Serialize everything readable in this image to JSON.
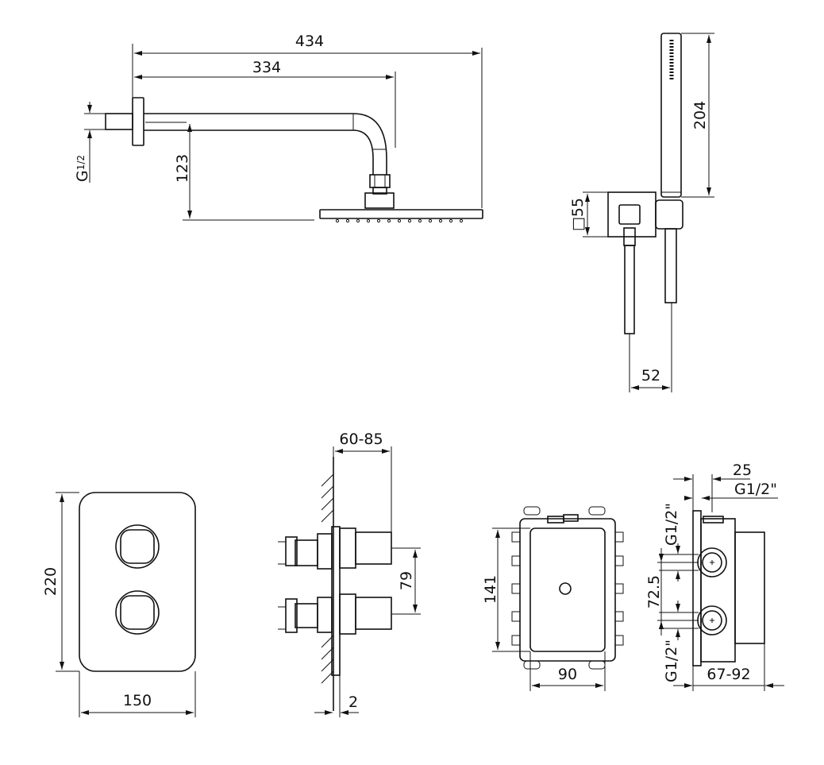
{
  "title": "Shower set dimension drawing",
  "overhead_shower": {
    "arm_length_total": "434",
    "arm_length_to_head": "334",
    "drop_height": "123",
    "thread": "G1/2",
    "thread_main": "G",
    "thread_frac": "1/2"
  },
  "hand_shower": {
    "handle_length": "204",
    "bracket_size": "□55",
    "projection": "52"
  },
  "thermostat_plate": {
    "height": "220",
    "width": "150"
  },
  "side_view": {
    "installation_depth": "60-85",
    "knob_spacing": "79",
    "plate_thickness": "2"
  },
  "box_front": {
    "height": "141",
    "width": "90"
  },
  "box_side": {
    "depth_offset": "25",
    "thread_top": "G1/2\"",
    "thread_upper": "G1/2\"",
    "thread_lower": "G1/2\"",
    "connection_spacing": "72.5",
    "depth_range": "67-92"
  }
}
